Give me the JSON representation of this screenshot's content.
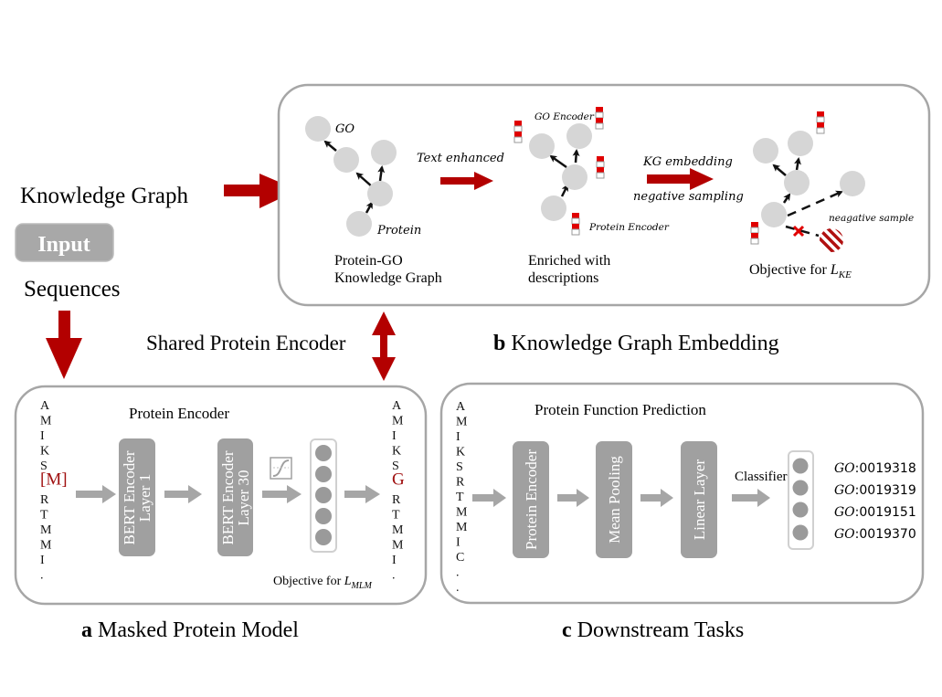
{
  "inputs": {
    "knowledge_graph_label": "Knowledge Graph",
    "input_badge": "Input",
    "sequences_label": "Sequences",
    "shared_encoder_label": "Shared Protein Encoder"
  },
  "panel_b": {
    "letter": "b",
    "title": "Knowledge Graph Embedding",
    "stage1": {
      "go_label": "GO",
      "protein_label": "Protein",
      "caption_line1": "Protein-GO",
      "caption_line2": "Knowledge Graph"
    },
    "arrow1_label": "Text enhanced",
    "stage2": {
      "go_encoder_label": "GO Encoder",
      "protein_encoder_label": "Protein Encoder",
      "caption_line1": "Enriched with",
      "caption_line2": "descriptions"
    },
    "arrow2_label_top": "KG embedding",
    "arrow2_label_bottom": "negative sampling",
    "stage3": {
      "negative_label": "neagative sample",
      "caption_prefix": "Objective for ",
      "caption_loss": "L",
      "caption_sub": "KE"
    }
  },
  "panel_a": {
    "letter": "a",
    "title": "Masked Protein Model",
    "encoder_title": "Protein Encoder",
    "input_sequence": [
      "A",
      "M",
      "I",
      "K",
      "S",
      "[M]",
      "R",
      "T",
      "M",
      "M",
      "I",
      "."
    ],
    "masked_index": 5,
    "layer1_line1": "BERT Encoder",
    "layer1_line2": "Layer 1",
    "layer2_line1": "BERT Encoder",
    "layer2_line2": "Layer 30",
    "output_sequence": [
      "A",
      "M",
      "I",
      "K",
      "S",
      "G",
      "R",
      "T",
      "M",
      "M",
      "I",
      "."
    ],
    "predicted_index": 5,
    "objective_prefix": "Objective for ",
    "objective_loss": "L",
    "objective_sub": "MLM"
  },
  "panel_c": {
    "letter": "c",
    "title": "Downstream Tasks",
    "task_title": "Protein Function Prediction",
    "input_sequence": [
      "A",
      "M",
      "I",
      "K",
      "S",
      "R",
      "T",
      "M",
      "M",
      "I",
      "C",
      ".",
      "."
    ],
    "block1": "Protein Encoder",
    "block2": "Mean Pooling",
    "block3": "Linear Layer",
    "classifier_label": "Classifier",
    "go_terms": [
      {
        "prefix": "GO",
        "id": "0019318"
      },
      {
        "prefix": "GO",
        "id": "0019319"
      },
      {
        "prefix": "GO",
        "id": "0019151"
      },
      {
        "prefix": "GO",
        "id": "0019370"
      }
    ]
  },
  "colors": {
    "accent_red": "#b30000",
    "embedding_red": "#e00000",
    "block_gray": "#a0a0a0",
    "node_gray": "#d6d6d6",
    "panel_border": "#a6a6a6",
    "mask_text": "#a01010"
  }
}
